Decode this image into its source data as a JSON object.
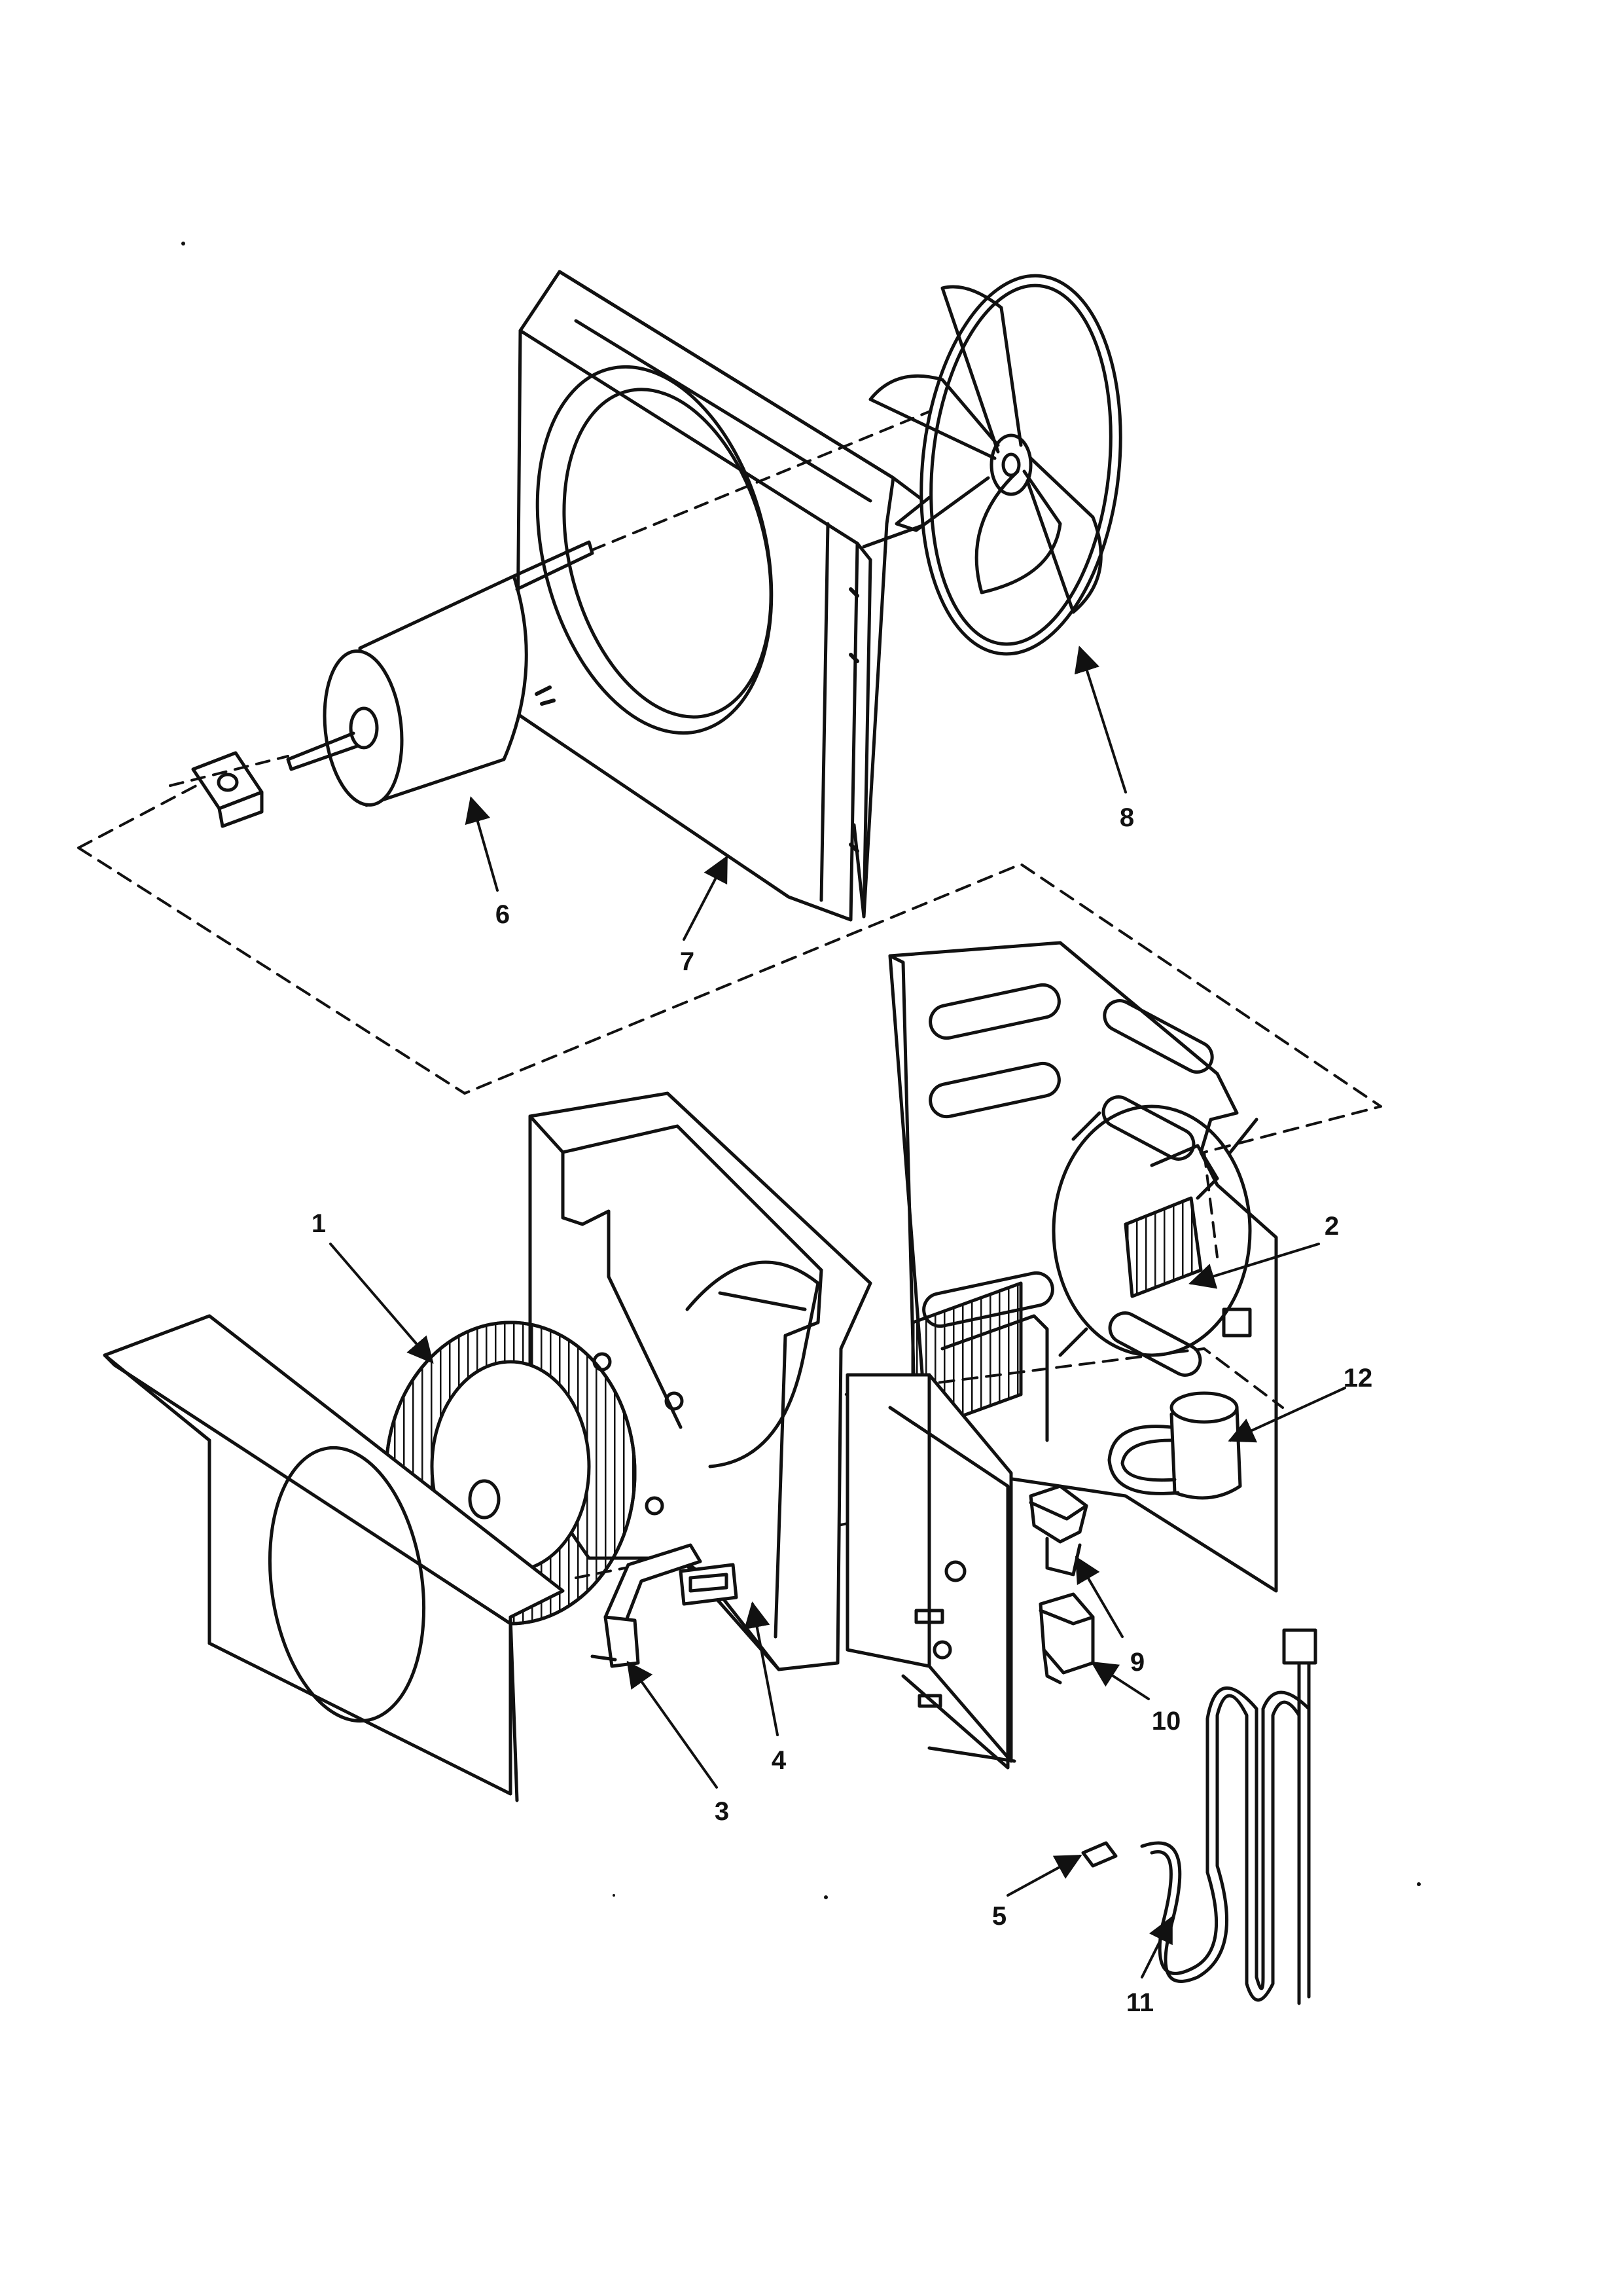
{
  "diagram": {
    "callouts": [
      {
        "id": "1",
        "label": "1"
      },
      {
        "id": "2",
        "label": "2"
      },
      {
        "id": "3",
        "label": "3"
      },
      {
        "id": "4",
        "label": "4"
      },
      {
        "id": "5",
        "label": "5"
      },
      {
        "id": "6",
        "label": "6"
      },
      {
        "id": "7",
        "label": "7"
      },
      {
        "id": "8",
        "label": "8"
      },
      {
        "id": "9",
        "label": "9"
      },
      {
        "id": "10",
        "label": "10"
      },
      {
        "id": "11",
        "label": "11"
      },
      {
        "id": "12",
        "label": "12"
      }
    ],
    "colors": {
      "ink": "#111111",
      "paper": "#ffffff",
      "shade": "#dcdcdc"
    }
  }
}
